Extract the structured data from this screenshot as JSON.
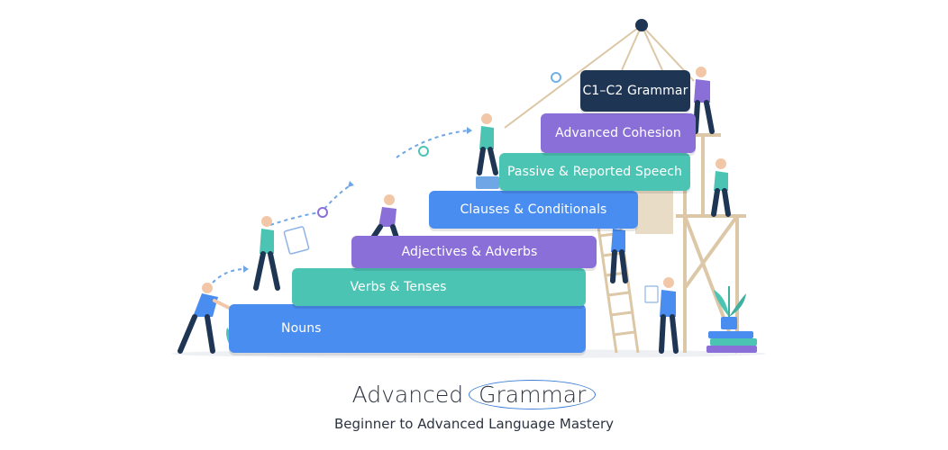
{
  "title": {
    "part1": "Advanced",
    "part2": "Grammar"
  },
  "subtitle": "Beginner to Advanced Language Mastery",
  "steps": {
    "nouns": "Nouns",
    "verbs": "Verbs & Tenses",
    "adjectives": "Adjectives & Adverbs",
    "clauses": "Clauses & Conditionals",
    "passive": "Passive & Reported Speech",
    "cohesion": "Advanced Cohesion",
    "mastery": "C1–C2 Grammar"
  },
  "colors": {
    "blue": "#4a8df0",
    "teal": "#4cc4b4",
    "purple": "#8a6fd9",
    "navy": "#1f3554",
    "skin": "#f1c7a8",
    "wood": "#dcc7a6",
    "accent": "#3b7fd8"
  }
}
